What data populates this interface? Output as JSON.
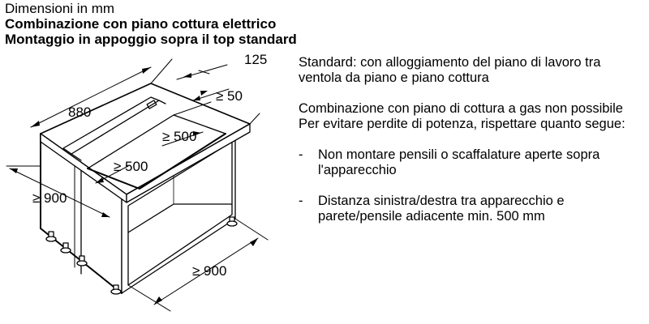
{
  "heading": {
    "line1": "Dimensioni in mm",
    "line2": "Combinazione con piano cottura elettrico",
    "line3": "Montaggio in appoggio sopra il top standard"
  },
  "dimensions": {
    "d125": "125",
    "d50": "≥ 50",
    "d880": "880",
    "d500_right": "≥ 500",
    "d500_front": "≥ 500",
    "d900_left": "≥ 900",
    "d900_bottom": "≥ 900"
  },
  "notes": {
    "standard": "Standard: con alloggiamento del piano di lavoro tra ventola da piano e piano cottura",
    "gas_l1": "Combinazione con piano di cottura a gas non possibile",
    "gas_l2": "Per evitare perdite di potenza, rispettare quanto segue:",
    "bullets": [
      {
        "dash": "-",
        "text": "Non montare pensili o scaffalature aperte sopra l'apparecchio"
      },
      {
        "dash": "-",
        "text": "Distanza sinistra/destra tra apparecchio e parete/pensile adiacente min. 500 mm"
      }
    ]
  }
}
